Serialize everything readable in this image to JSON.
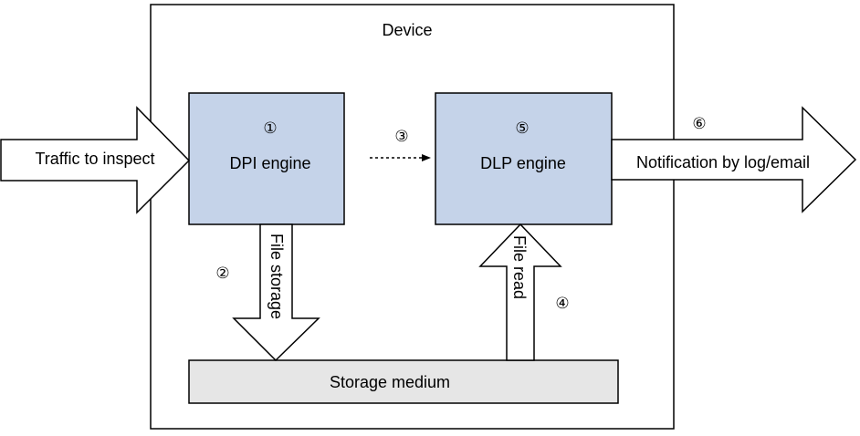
{
  "device": {
    "label": "Device"
  },
  "traffic": {
    "label": "Traffic to inspect"
  },
  "dpi": {
    "marker": "①",
    "label": "DPI engine"
  },
  "dlp": {
    "marker": "⑤",
    "label": "DLP engine"
  },
  "storage": {
    "label": "Storage medium"
  },
  "file_storage": {
    "marker": "②",
    "label": "File storage"
  },
  "transfer": {
    "marker": "③"
  },
  "file_read": {
    "marker": "④",
    "label": "File read"
  },
  "notification": {
    "marker": "⑥",
    "label": "Notification by log/email"
  },
  "colors": {
    "engine_fill": "#c5d3e9",
    "storage_fill": "#e6e6e6",
    "stroke": "#000000"
  }
}
